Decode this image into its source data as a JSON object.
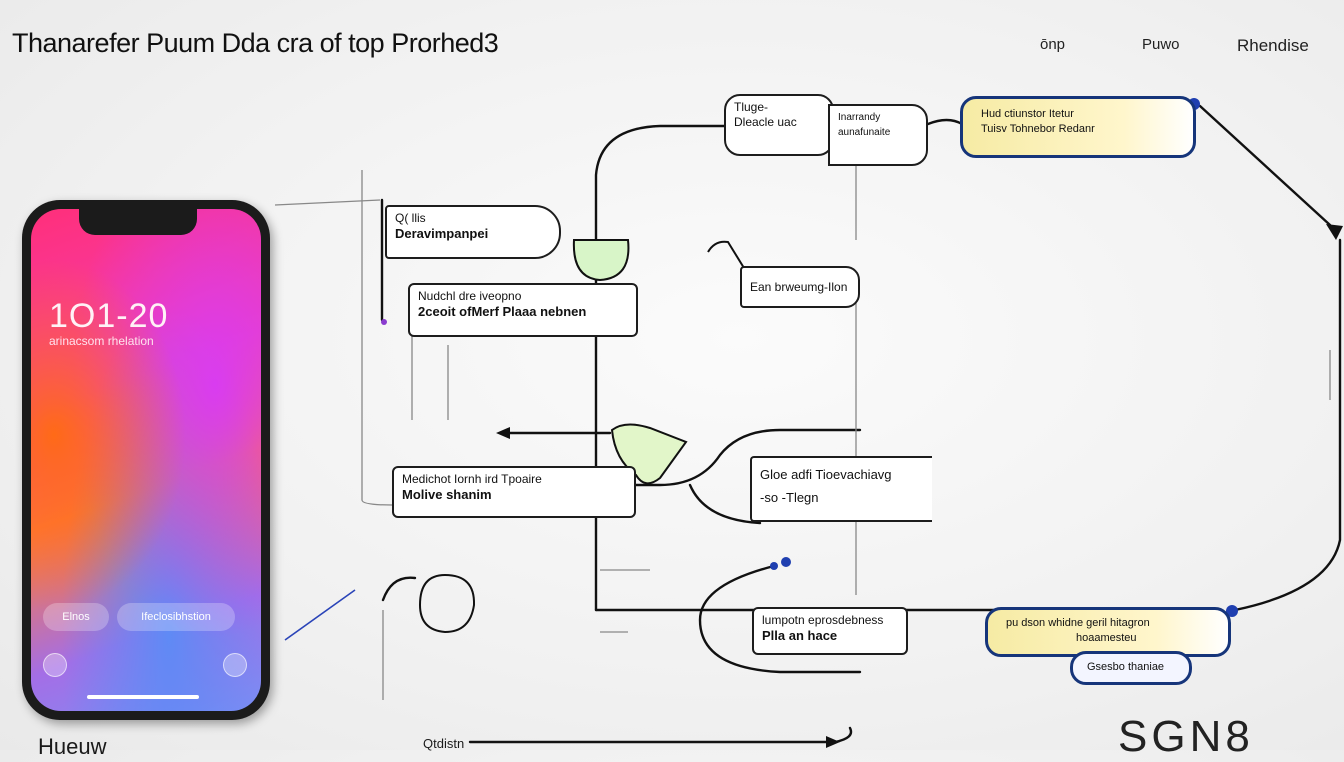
{
  "header": {
    "title": "Thanarefer Puum Dda cra of top Prorhed3",
    "nav": [
      "ōnp",
      "Puwo",
      "Rhendise"
    ]
  },
  "phone": {
    "time": "1О1-20",
    "subtitle": "arinacsom rhelation",
    "buttons": [
      "Elnos",
      "Ifeclosibhstion"
    ]
  },
  "nodes": {
    "top_left": {
      "line1": "Tluge-",
      "line2": "Dleacle uac"
    },
    "top_mid": {
      "line1": "Inarrandy",
      "line2": "aunafunaite"
    },
    "top_right": {
      "line1": "Hud ctiunstor Itetur",
      "line2": "Tuisv Tohnebor Redanr"
    },
    "a": {
      "line1": "Q( llis",
      "line2": "Deravimpanpei"
    },
    "b": {
      "line1": "Nudchl dre iveopno",
      "line2": "2ceoit ofMerf Plaaa nebnen"
    },
    "c": {
      "line1": "Ean brweumg-Ilon"
    },
    "d": {
      "line1": "Medichot Iornh ird Tpoaire",
      "line2": "Molive shanim"
    },
    "e": {
      "line1": "Gloe adfi Tioevachiavg",
      "line2": "-so -Tlegn"
    },
    "f": {
      "line1": "lumpotn eprosdebness",
      "line2": "Plla an hace"
    },
    "g": {
      "line1": "pu dson whidne geril hitagron",
      "line2": "hoaamesteu"
    },
    "h": {
      "line1": "Gsesbo thaniae"
    }
  },
  "footer": {
    "left": "Hueuw",
    "mid": "Qtdistn",
    "right": "SGN8"
  },
  "colors": {
    "wire": "#111111",
    "accent_blue": "#1f3fb0",
    "highlight_yellow": "#f6eba4",
    "green_blob": "#d8f5c8"
  }
}
